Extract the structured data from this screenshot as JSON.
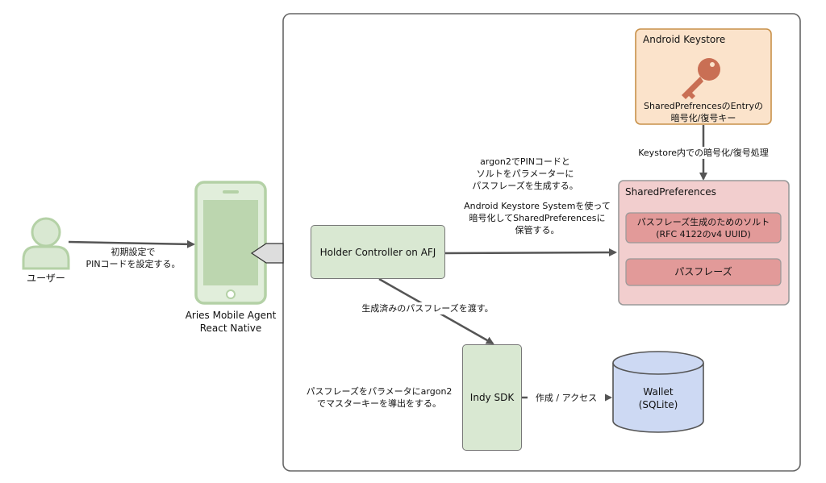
{
  "user": {
    "label": "ユーザー"
  },
  "initial_setup": {
    "line1": "初期設定で",
    "line2": "PINコードを設定する。"
  },
  "mobile_agent": {
    "line1": "Aries Mobile Agent",
    "line2": "React Native"
  },
  "holder_controller": {
    "label": "Holder Controller on AFJ"
  },
  "argon2_note": {
    "line1": "argon2でPINコードと",
    "line2": "ソルトをパラメーターに",
    "line3": "パスフレーズを生成する。"
  },
  "keystore_note": {
    "line1": "Android Keystore Systemを使って",
    "line2": "暗号化してSharedPreferencesに",
    "line3": "保管する。"
  },
  "android_keystore": {
    "title": "Android Keystore",
    "line1": "SharedPrefrencesのEntryの",
    "line2": "暗号化/復号キー"
  },
  "keystore_process": {
    "label": "Keystore内での暗号化/復号処理"
  },
  "shared_preferences": {
    "title": "SharedPreferences",
    "salt_line1": "パスフレーズ生成のためのソルト",
    "salt_line2": "(RFC 4122のv4 UUID)",
    "passphrase": "パスフレーズ"
  },
  "pass_note": {
    "label": "生成済みのパスフレーズを渡す。"
  },
  "indy_sdk": {
    "label": "Indy SDK"
  },
  "master_key_note": {
    "line1": "パスフレーズをパラメータにargon2",
    "line2": "でマスターキーを導出をする。"
  },
  "create_access": {
    "label": "作成 / アクセス"
  },
  "wallet": {
    "line1": "Wallet",
    "line2": "(SQLite)"
  },
  "colors": {
    "green_fill": "#d9e8d2",
    "keystore_fill": "#fbe3cb",
    "keystore_border": "#c8914a",
    "key_color": "#c96f54",
    "shared_fill": "#f2cece",
    "shared_item_fill": "#e29a99",
    "wallet_fill": "#cdd9f3"
  }
}
